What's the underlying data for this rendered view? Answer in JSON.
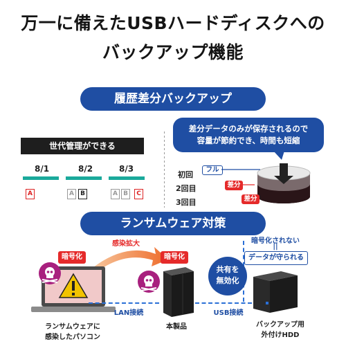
{
  "title_line1": "万一に備えたUSBハードディスクへの",
  "title_line2": "バックアップ機能",
  "section1": {
    "pill": "履歴差分バックアップ",
    "gen_bar": "世代管理ができる",
    "dates": [
      "8/1",
      "8/2",
      "8/3"
    ],
    "bubble_line1": "差分データのみが保存されるので",
    "bubble_line2": "容量が節約でき、時間も短縮",
    "rows": [
      "初回",
      "2回目",
      "3回目"
    ],
    "tag_full": "フル",
    "tag_diff": "差分",
    "files": {
      "a": "A",
      "b": "B",
      "c": "C"
    }
  },
  "section2": {
    "pill": "ランサムウェア対策",
    "infection": "感染拡大",
    "encrypt1": "暗号化",
    "encrypt2": "暗号化",
    "not_encrypted": "暗号化されない",
    "equals": "||",
    "data_protected": "データが守られる",
    "neutralize_line1": "共有を",
    "neutralize_line2": "無効化",
    "lan": "LAN接続",
    "usb": "USB接続",
    "pc_line1": "ランサムウェアに",
    "pc_line2": "感染したパソコン",
    "product": "本製品",
    "hdd_line1": "バックアップ用",
    "hdd_line2": "外付けHDD"
  },
  "colors": {
    "navy": "#1f4ea3",
    "red": "#e52a2a",
    "teal": "#1aa99b",
    "purple": "#a8207e"
  }
}
